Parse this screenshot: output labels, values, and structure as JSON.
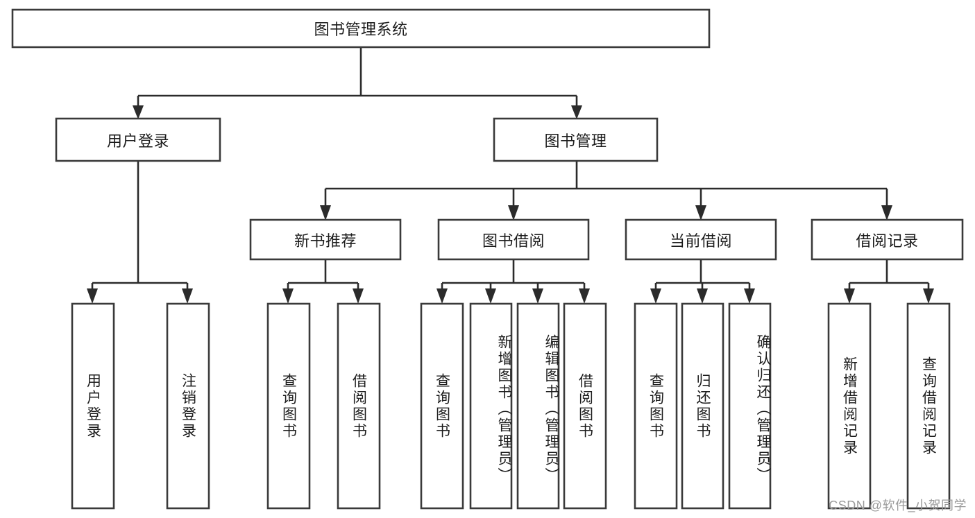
{
  "diagram": {
    "title": "图书管理系统",
    "type": "tree-hierarchy",
    "watermark": "CSDN @软件_小贺同学",
    "colors": {
      "box_stroke": "#3a3a3a",
      "edge": "#2b2b2b",
      "background": "#ffffff",
      "text": "#1c1c1c",
      "watermark": "#9a9a9a"
    },
    "levels": {
      "root": "图书管理系统",
      "level2": [
        "用户登录",
        "图书管理"
      ],
      "level3": [
        "新书推荐",
        "图书借阅",
        "当前借阅",
        "借阅记录"
      ]
    },
    "nodes": {
      "root": {
        "label": "图书管理系统"
      },
      "user_login": {
        "label": "用户登录"
      },
      "book_manage": {
        "label": "图书管理"
      },
      "new_book_rec": {
        "label": "新书推荐"
      },
      "book_borrow": {
        "label": "图书借阅"
      },
      "current_borrow": {
        "label": "当前借阅"
      },
      "borrow_record": {
        "label": "借阅记录"
      }
    },
    "leaves": {
      "user_login": [
        {
          "label": "用户登录"
        },
        {
          "label": "注销登录"
        }
      ],
      "new_book_rec": [
        {
          "label": "查询图书"
        },
        {
          "label": "借阅图书"
        }
      ],
      "book_borrow": [
        {
          "label": "查询图书"
        },
        {
          "label": "新增图书（管理员）"
        },
        {
          "label": "编辑图书（管理员）"
        },
        {
          "label": "借阅图书"
        }
      ],
      "current_borrow": [
        {
          "label": "查询图书"
        },
        {
          "label": "归还图书"
        },
        {
          "label": "确认归还（管理员）"
        }
      ],
      "borrow_record": [
        {
          "label": "新增借阅记录"
        },
        {
          "label": "查询借阅记录"
        }
      ]
    }
  }
}
